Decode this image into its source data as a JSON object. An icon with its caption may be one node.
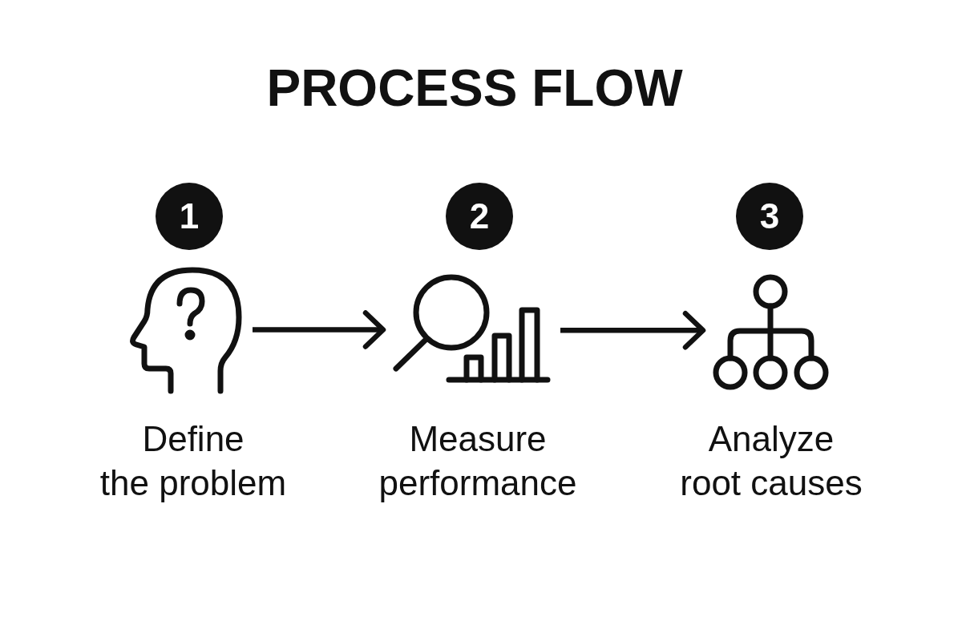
{
  "diagram": {
    "title": "PROCESS FLOW",
    "nodes": [
      {
        "text": [
          "1"
        ]
      },
      {
        "text": [],
        "shape": "picture",
        "beside": [
          "Define the problem"
        ]
      },
      {
        "text": [
          "2"
        ]
      },
      {
        "text": [],
        "shape": "picture",
        "beside": [
          "Measure performance"
        ]
      },
      {
        "text": [
          "3"
        ]
      },
      {
        "text": [],
        "shape": "picture",
        "beside": [
          "Analyze root causes"
        ]
      }
    ],
    "edges": [
      {
        "from": 1,
        "to": 3,
        "arrow": "to"
      },
      {
        "from": 3,
        "to": 5,
        "arrow": "to"
      }
    ]
  }
}
